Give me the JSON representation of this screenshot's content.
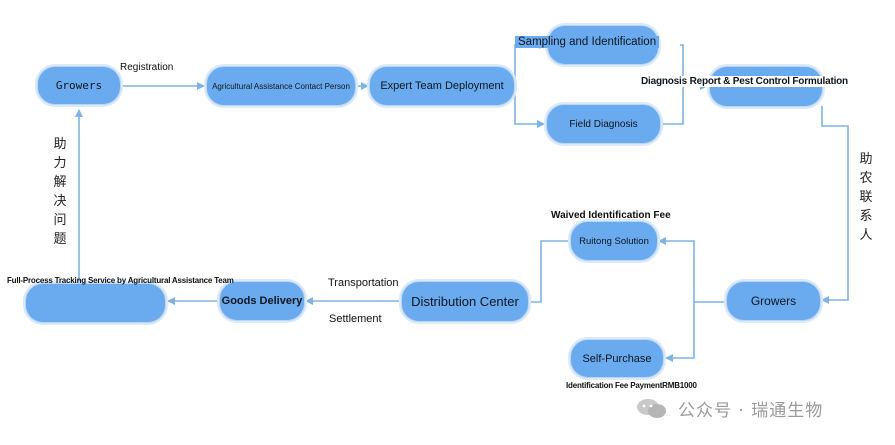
{
  "colors": {
    "node_fill": "#6aaaee",
    "edge": "#7eb3e3",
    "watermark": "#9a9a9a"
  },
  "nodes": {
    "growers_top": "Growers",
    "contact_person": "Agricultural Assistance Contact Person",
    "expert_team": "Expert Team Deployment",
    "sampling": "Sampling and Identification",
    "field_diagnosis": "Field Diagnosis",
    "diagnosis_report": "Diagnosis Report & Pest Control Formulation",
    "growers_right": "Growers",
    "ruitong": "Ruitong Solution",
    "self_purchase": "Self-Purchase",
    "distribution": "Distribution Center",
    "goods_delivery": "Goods Delivery",
    "tracking_service": "Full-Process Tracking Service by Agricultural Assistance Team"
  },
  "labels": {
    "registration": "Registration",
    "waived_fee": "Waived Identification Fee",
    "fee_payment": "Identification Fee PaymentRMB1000",
    "transportation": "Transportation",
    "settlement": "Settlement",
    "help_solve": "助力解决问题",
    "help_contact": "助农联系人"
  },
  "watermark": "公众号 · 瑞通生物"
}
